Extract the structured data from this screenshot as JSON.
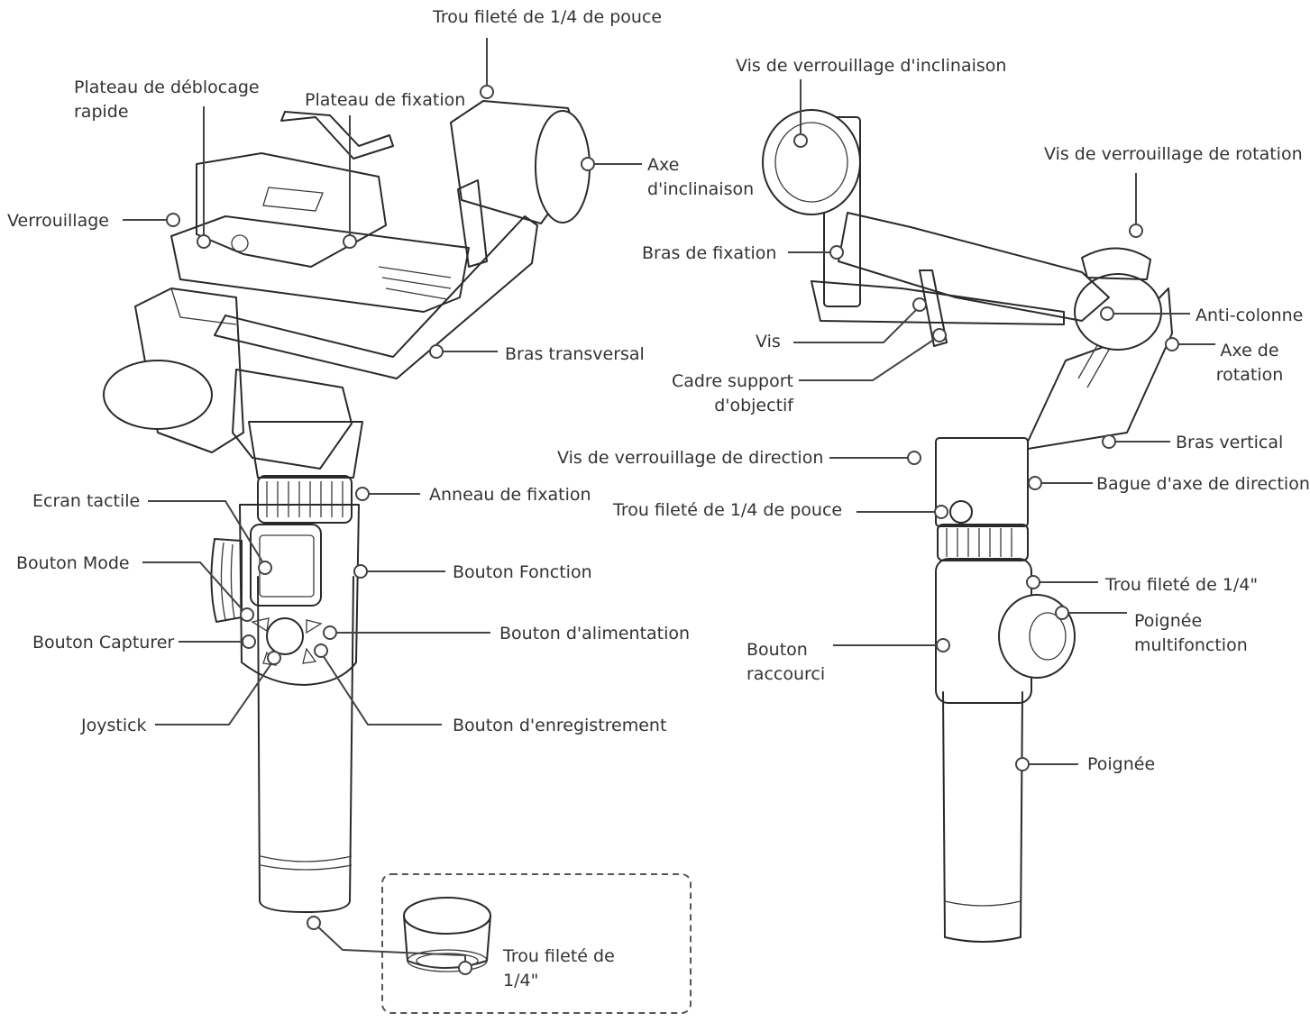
{
  "left_view": {
    "trou_filete_top": "Trou fileté de 1/4 de pouce",
    "plateau_deblocage": "Plateau de déblocage rapide",
    "plateau_fixation": "Plateau de fixation",
    "axe_inclinaison": "Axe d'inclinaison",
    "verrouillage": "Verrouillage",
    "bras_transversal": "Bras transversal",
    "anneau_fixation": "Anneau de fixation",
    "ecran_tactile": "Ecran tactile",
    "bouton_mode": "Bouton Mode",
    "bouton_fonction": "Bouton Fonction",
    "bouton_alimentation": "Bouton d'alimentation",
    "bouton_capturer": "Bouton Capturer",
    "joystick": "Joystick",
    "bouton_enregistrement": "Bouton d'enregistrement",
    "trou_filete_bottom": "Trou fileté de 1/4\""
  },
  "right_view": {
    "vis_verr_inclinaison": "Vis de verrouillage d'inclinaison",
    "vis_verr_rotation": "Vis de verrouillage de rotation",
    "bras_fixation": "Bras de fixation",
    "anti_colonne": "Anti-colonne",
    "vis": "Vis",
    "axe_rotation": "Axe de rotation",
    "cadre_support": "Cadre support d'objectif",
    "bras_vertical": "Bras vertical",
    "vis_verr_direction": "Vis de verrouillage de direction",
    "bague_axe_direction": "Bague d'axe de direction",
    "trou_filete_pouce": "Trou fileté de 1/4 de pouce",
    "trou_filete_side": "Trou fileté de 1/4\"",
    "poignee_multi": "Poignée multifonction",
    "bouton_raccourci": "Bouton raccourci",
    "poignee": "Poignée"
  }
}
